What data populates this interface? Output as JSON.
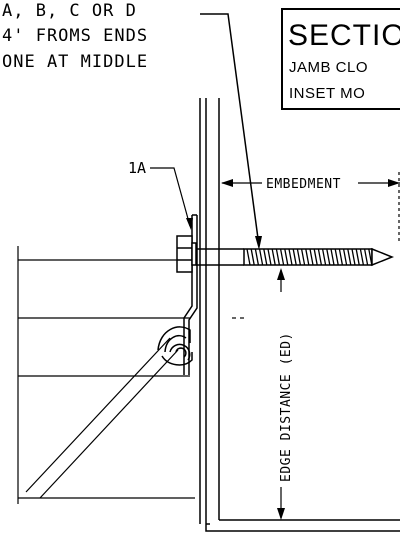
{
  "notes": {
    "line1": "A, B, C OR D",
    "line2": "4' FROMS ENDS",
    "line3": "ONE AT MIDDLE"
  },
  "section_box": {
    "title": "SECTIO",
    "line1": "JAMB CLO",
    "line2": "INSET MO"
  },
  "labels": {
    "callout_1a": "1A",
    "embedment": "EMBEDMENT",
    "edge_distance": "EDGE DISTANCE (ED)"
  }
}
